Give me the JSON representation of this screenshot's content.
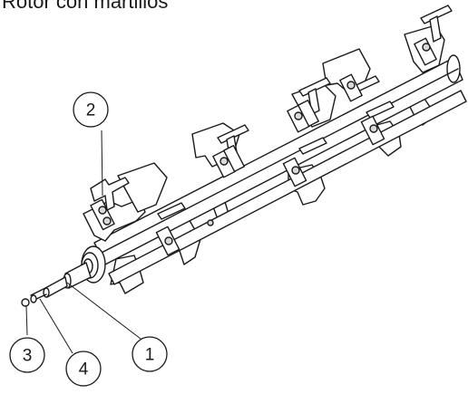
{
  "title": "Rotor con martillos",
  "callouts": [
    {
      "number": "1"
    },
    {
      "number": "2"
    },
    {
      "number": "3"
    },
    {
      "number": "4"
    }
  ],
  "colors": {
    "line": "#1a1a1a",
    "fill": "#ffffff",
    "background": "#ffffff"
  }
}
